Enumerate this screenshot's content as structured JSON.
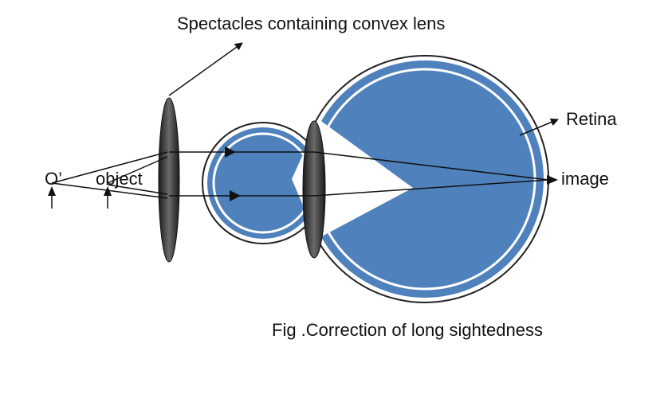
{
  "labels": {
    "spectacles": "Spectacles containing convex lens",
    "retina": "Retina",
    "image": "image",
    "object_prime": "O’",
    "object": "object",
    "caption": "Fig .Correction of long sightedness"
  },
  "colors": {
    "eye_fill": "#4f81bd",
    "eye_outline": "#222222",
    "inner_ring": "#ffffff",
    "lens_dark": "#1a1a1a",
    "lens_mid": "#6a6a6a",
    "ray": "#111111",
    "text": "#111111",
    "background": "#ffffff"
  }
}
